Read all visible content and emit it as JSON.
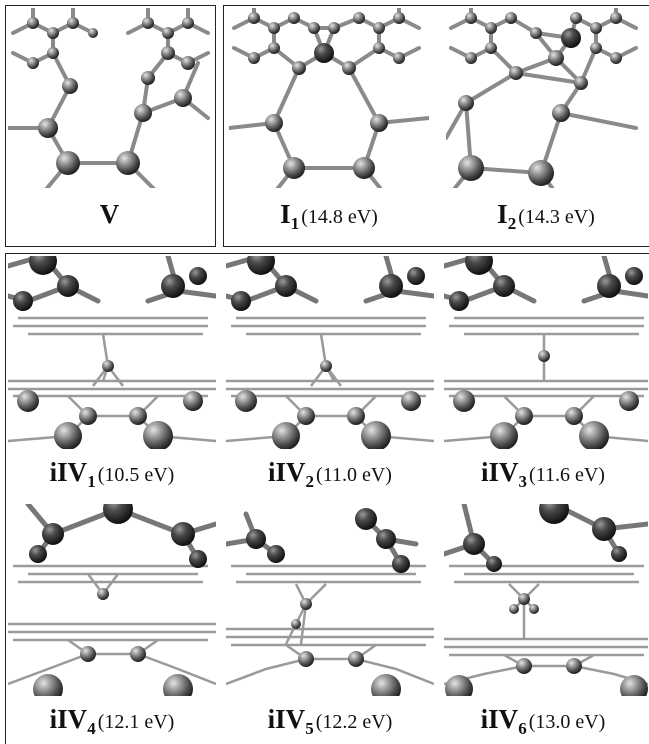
{
  "top_left": {
    "label": {
      "main": "V",
      "sub": "",
      "energy": ""
    }
  },
  "top_right": [
    {
      "label": {
        "main": "I",
        "sub": "1",
        "energy": "(14.8 eV)"
      }
    },
    {
      "label": {
        "main": "I",
        "sub": "2",
        "energy": "(14.3 eV)"
      }
    }
  ],
  "bottom": [
    {
      "label": {
        "main": "iIV",
        "sub": "1",
        "energy": "(10.5 eV)"
      }
    },
    {
      "label": {
        "main": "iIV",
        "sub": "2",
        "energy": "(11.0 eV)"
      }
    },
    {
      "label": {
        "main": "iIV",
        "sub": "3",
        "energy": "(11.6 eV)"
      }
    },
    {
      "label": {
        "main": "iIV",
        "sub": "4",
        "energy": "(12.1 eV)"
      }
    },
    {
      "label": {
        "main": "iIV",
        "sub": "5",
        "energy": "(12.2 eV)"
      }
    },
    {
      "label": {
        "main": "iIV",
        "sub": "6",
        "energy": "(13.0 eV)"
      }
    }
  ]
}
